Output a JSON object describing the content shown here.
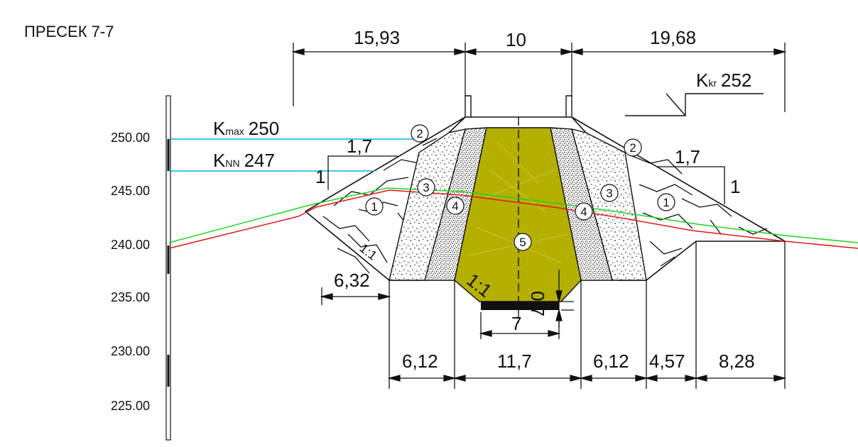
{
  "title": "ПРЕСЕК 7-7",
  "elevation_axis": {
    "ticks": [
      "250.00",
      "245.00",
      "240.00",
      "235.00",
      "230.00",
      "225.00"
    ]
  },
  "levels": {
    "kmax": {
      "k": "K",
      "sub": "max",
      "value": "250",
      "color": "#00b7d4"
    },
    "knn": {
      "k": "K",
      "sub": "NN",
      "value": "247",
      "color": "#00b7d4"
    },
    "kkr": {
      "k": "K",
      "sub": "kr",
      "value": "252"
    }
  },
  "dimensions": {
    "top_left": "15,93",
    "top_crest": "10",
    "top_right": "19,68",
    "left_offset": "6,32",
    "cutoff_width": "7",
    "cutoff_depth": "0,7",
    "bottom": [
      "6,12",
      "11,7",
      "6,12",
      "4,57",
      "8,28"
    ]
  },
  "slopes": {
    "left_run": "1,7",
    "left_rise": "1",
    "right_run": "1,7",
    "right_rise": "1",
    "rockfill": "1:1",
    "core": "1:1"
  },
  "zone_markers": [
    "1",
    "2",
    "3",
    "4",
    "5"
  ],
  "colors": {
    "core": "#b5b000",
    "terrain_green": "#1fd41f",
    "terrain_red": "#e01818",
    "level_lines": "#00b7d4"
  }
}
